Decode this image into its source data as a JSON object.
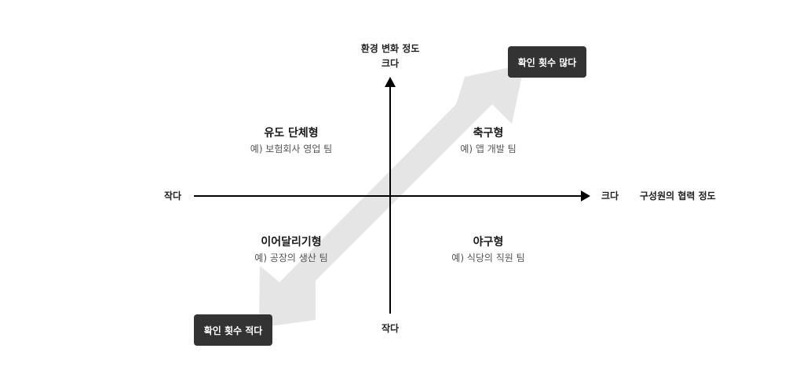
{
  "axes": {
    "y_axis_title": "환경 변화 정도",
    "y_top_label": "크다",
    "y_bottom_label": "작다",
    "x_axis_title": "구성원의 협력 정도",
    "x_right_label": "크다",
    "x_left_label": "작다"
  },
  "quadrants": {
    "top_left": {
      "title": "유도 단체형",
      "example": "예) 보험회사 영업 팀"
    },
    "top_right": {
      "title": "축구형",
      "example": "예) 앱 개발 팀"
    },
    "bottom_left": {
      "title": "이어달리기형",
      "example": "예) 공장의 생산 팀"
    },
    "bottom_right": {
      "title": "야구형",
      "example": "예) 식당의 직원 팀"
    }
  },
  "badges": {
    "high": "확인 횟수 많다",
    "low": "확인 횟수 적다"
  },
  "colors": {
    "axis": "#000000",
    "band": "#e5e5e5",
    "badge_bg": "#333333",
    "badge_text": "#ffffff"
  }
}
